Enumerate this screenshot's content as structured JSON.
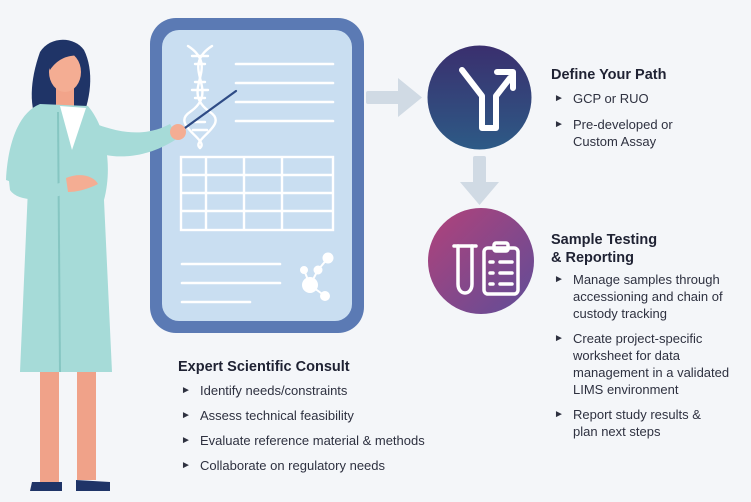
{
  "consult": {
    "title": "Expert Scientific Consult",
    "items": [
      "Identify needs/constraints",
      "Assess technical feasibility",
      "Evaluate reference material & methods",
      "Collaborate on regulatory needs"
    ]
  },
  "path": {
    "title": "Define Your Path",
    "items": [
      "GCP or RUO",
      "Pre-developed or Custom Assay"
    ]
  },
  "testing": {
    "title_line1": "Sample Testing",
    "title_line2": "& Reporting",
    "items": [
      "Manage samples through accessioning and chain of custody tracking",
      "Create project-specific worksheet for data management in a validated LIMS environment",
      "Report study results & plan next steps"
    ]
  },
  "icons": {
    "path_icon": "branch-arrow-icon",
    "testing_icon": "test-tube-clipboard-icon",
    "board_dna": "dna-icon",
    "board_molecule": "molecule-icon"
  },
  "colors": {
    "board_frame": "#5b7ab4",
    "board_fill": "#c9def1",
    "circle_blue": "#2f4a7c",
    "circle_purple": "#8e4e8f",
    "arrow": "#cfd9e3",
    "coat": "#a6dbd8",
    "hair": "#1f3467"
  }
}
